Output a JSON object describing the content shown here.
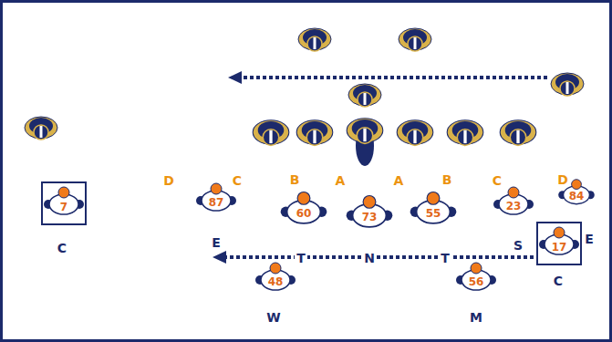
{
  "diagram": {
    "nodes": [
      {
        "text": [
          "7"
        ]
      },
      {
        "text": [
          "17"
        ]
      }
    ],
    "labels": [
      "D",
      "C",
      "B",
      "A",
      "A",
      "B",
      "C",
      "D",
      "87",
      "60",
      "73",
      "55",
      "23",
      "84",
      "C",
      "E",
      "T",
      "N",
      "T",
      "S",
      "E",
      "C",
      "48",
      "56",
      "W",
      "M"
    ]
  }
}
